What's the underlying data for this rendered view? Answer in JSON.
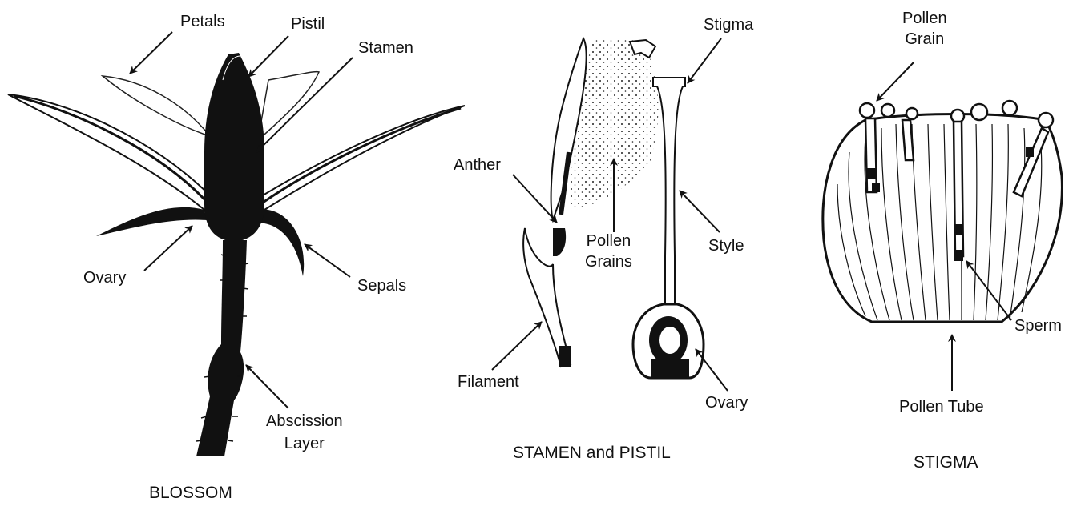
{
  "colors": {
    "ink": "#111111",
    "background": "#ffffff"
  },
  "panels": {
    "blossom": {
      "caption": "BLOSSOM",
      "labels": {
        "petals": "Petals",
        "pistil": "Pistil",
        "stamen": "Stamen",
        "ovary": "Ovary",
        "sepals": "Sepals",
        "abscission_line1": "Abscission",
        "abscission_line2": "Layer"
      }
    },
    "stamen_pistil": {
      "caption": "STAMEN and PISTIL",
      "labels": {
        "stigma": "Stigma",
        "anther": "Anther",
        "pollen_grains_line1": "Pollen",
        "pollen_grains_line2": "Grains",
        "style": "Style",
        "filament": "Filament",
        "ovary": "Ovary"
      }
    },
    "stigma": {
      "caption": "STIGMA",
      "labels": {
        "pollen_grain_line1": "Pollen",
        "pollen_grain_line2": "Grain",
        "sperm": "Sperm",
        "pollen_tube": "Pollen Tube"
      }
    }
  }
}
